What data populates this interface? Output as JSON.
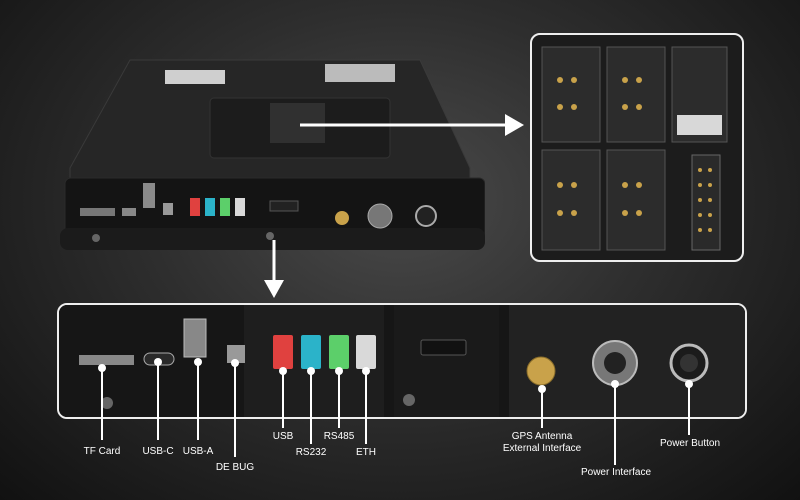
{
  "labels": {
    "tf_card": "TF Card",
    "usb_c": "USB-C",
    "usb_a": "USB-A",
    "debug": "DE BUG",
    "usb": "USB",
    "rs232": "RS232",
    "rs485": "RS485",
    "eth": "ETH",
    "gps_antenna_line1": "GPS Antenna",
    "gps_antenna_line2": "External Interface",
    "power_interface": "Power Interface",
    "power_button": "Power Button"
  },
  "colors": {
    "usb_port": "#e0413f",
    "rs232_port": "#2bb3c9",
    "rs485_port": "#5ccf6a",
    "eth_port": "#d9d9d9",
    "frame": "#eeeeee",
    "label_text": "#ffffff"
  }
}
